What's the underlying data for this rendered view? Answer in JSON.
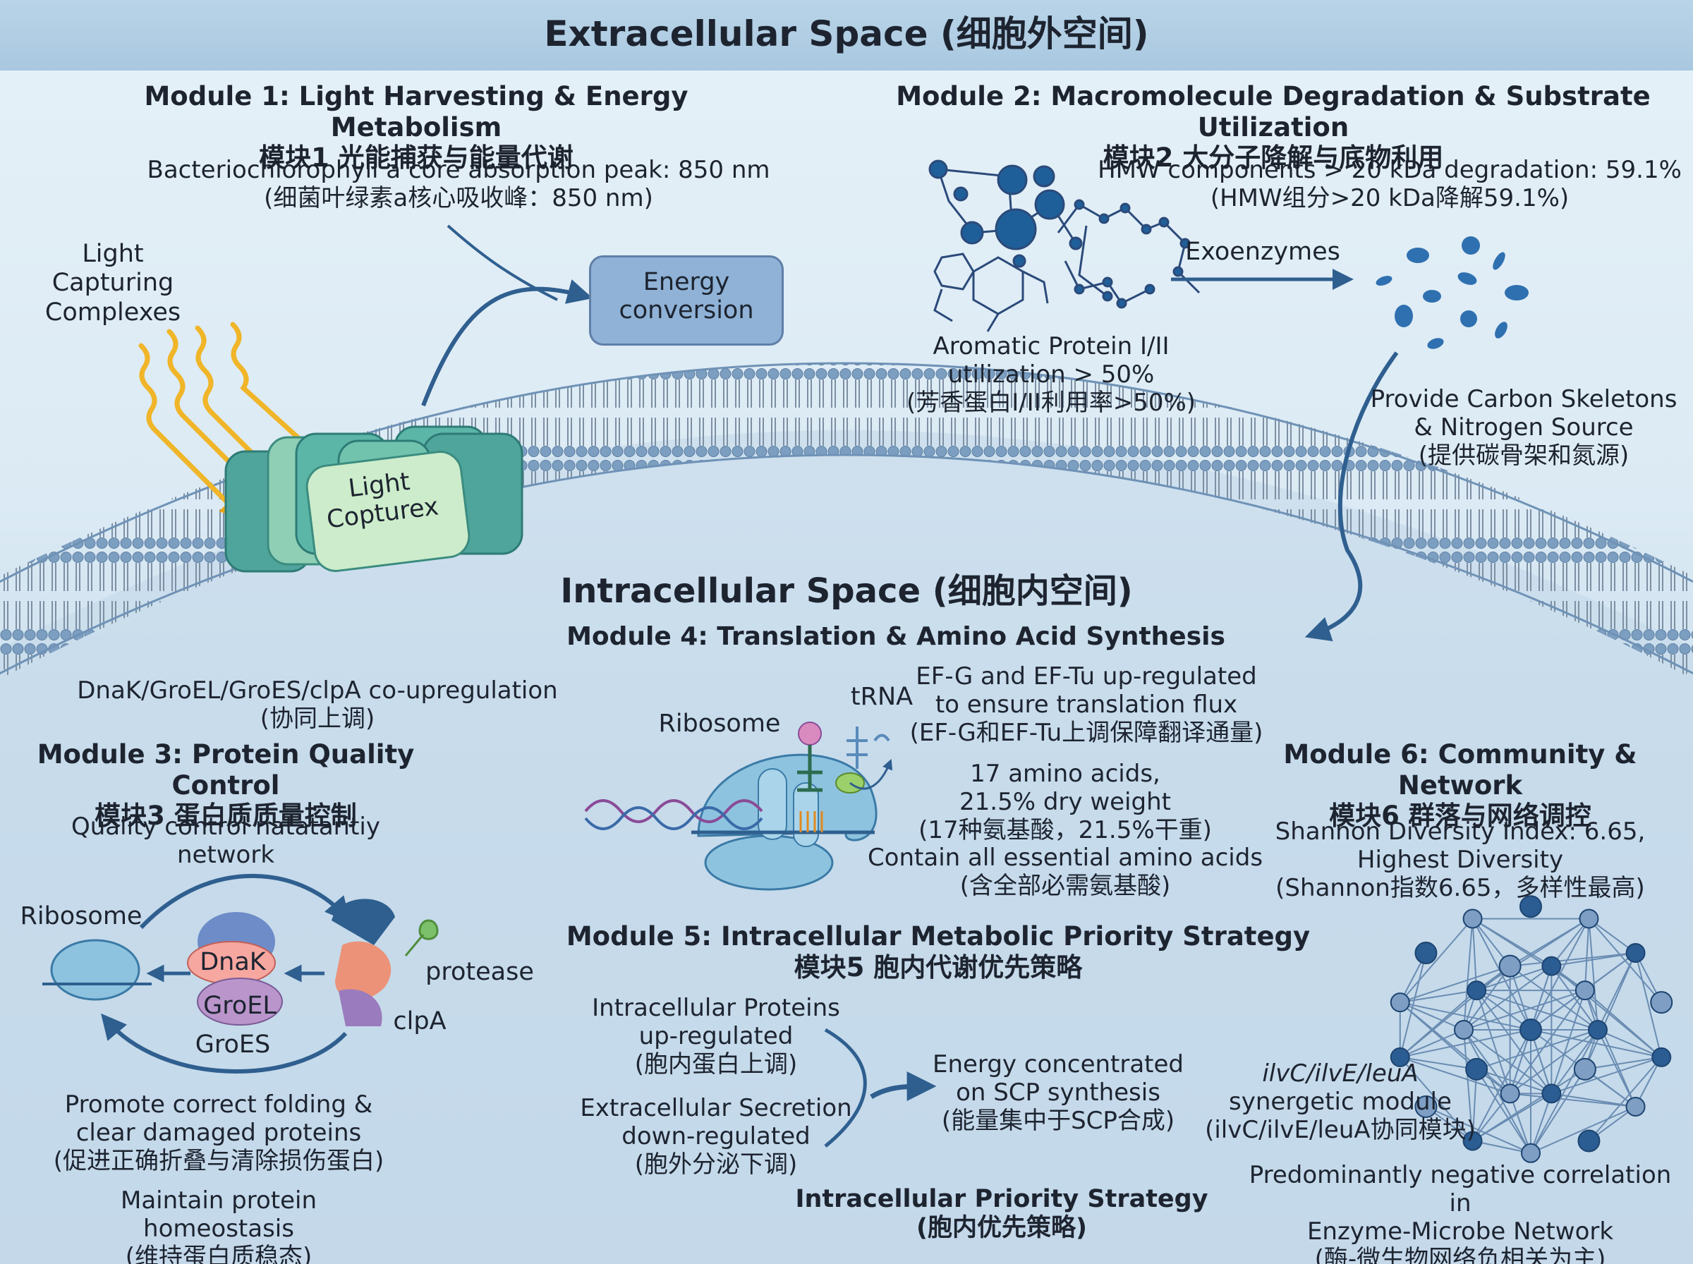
{
  "header": {
    "title": "Extracellular Space (细胞外空间)"
  },
  "intracellular_title": "Intracellular Space (细胞内空间)",
  "module1": {
    "title_en": "Module 1: Light Harvesting & Energy Metabolism",
    "title_cn": "模块1 光能捕获与能量代谢",
    "peak_en": "Bacteriochlorophyll a core absorption peak: 850 nm",
    "peak_cn": "(细菌叶绿素a核心吸收峰：850 nm)",
    "complex_label": [
      "Light",
      "Capturing",
      "Complexes"
    ],
    "copturex": [
      "Light",
      "Copturex"
    ],
    "energy_box": [
      "Energy",
      "conversion"
    ]
  },
  "module2": {
    "title_en": "Module 2: Macromolecule Degradation & Substrate Utilization",
    "title_cn": "模块2 大分子降解与底物利用",
    "hmw_en": "HMW components > 20 kDa degradation: 59.1%",
    "hmw_cn": "(HMW组分>20 kDa降解59.1%)",
    "exoenzymes": "Exoenzymes",
    "aromatic": [
      "Aromatic Protein I/II",
      "utilization > 50%",
      "(芳香蛋白I/II利用率>50%)"
    ],
    "carbon": [
      "Provide Carbon Skeletons",
      "& Nitrogen Source",
      "(提供碳骨架和氮源)"
    ]
  },
  "module3": {
    "coup": [
      "DnaK/GroEL/GroES/clpA co-upregulation",
      "(协同上调)"
    ],
    "title_en": "Module 3: Protein Quality Control",
    "title_cn": "模块3 蛋白质质量控制",
    "network": [
      "Quality control natataritiy",
      "network"
    ],
    "ribosome": "Ribosome",
    "dnak": "DnaK",
    "groel": "GroEL",
    "groes": "GroES",
    "protease": "protease",
    "clpa": "clpA",
    "promote": [
      "Promote correct folding &",
      "clear damaged proteins",
      "(促进正确折叠与清除损伤蛋白)"
    ],
    "maintain": [
      "Maintain protein homeostasis",
      "(维持蛋白质稳态)"
    ]
  },
  "module4": {
    "title": "Module 4: Translation & Amino Acid Synthesis",
    "ribosome": "Ribosome",
    "trna": "tRNA",
    "ef": [
      "EF-G and EF-Tu up-regulated",
      "to ensure translation flux",
      "(EF-G和EF-Tu上调保障翻译通量)"
    ],
    "aa": [
      "17 amino acids,",
      "21.5% dry weight",
      "(17种氨基酸，21.5%干重)",
      "Contain all essential amino acids",
      "(含全部必需氨基酸)"
    ]
  },
  "module5": {
    "title_en": "Module 5: Intracellular Metabolic Priority Strategy",
    "title_cn": "模块5 胞内代谢优先策略",
    "up": [
      "Intracellular Proteins",
      "up-regulated",
      "(胞内蛋白上调)"
    ],
    "down": [
      "Extracellular Secretion",
      "down-regulated",
      "(胞外分泌下调)"
    ],
    "energy": [
      "Energy concentrated",
      "on SCP synthesis",
      "(能量集中于SCP合成)"
    ],
    "strategy": [
      "Intracellular Priority Strategy",
      "(胞内优先策略)"
    ]
  },
  "module6": {
    "title_en": "Module 6: Community & Network",
    "title_cn": "模块6 群落与网络调控",
    "shannon": [
      "Shannon Diversity Index: 6.65,",
      "Highest Diversity",
      "(Shannon指数6.65，多样性最高)"
    ],
    "ilv": [
      "ilvC/ilvE/leuA",
      "synergetic module",
      "(ilvC/ilvE/leuA协同模块)"
    ],
    "negative": [
      "Predominantly negative correlation in",
      "Enzyme-Microbe Network",
      "(酶-微生物网络负相关为主)"
    ]
  }
}
